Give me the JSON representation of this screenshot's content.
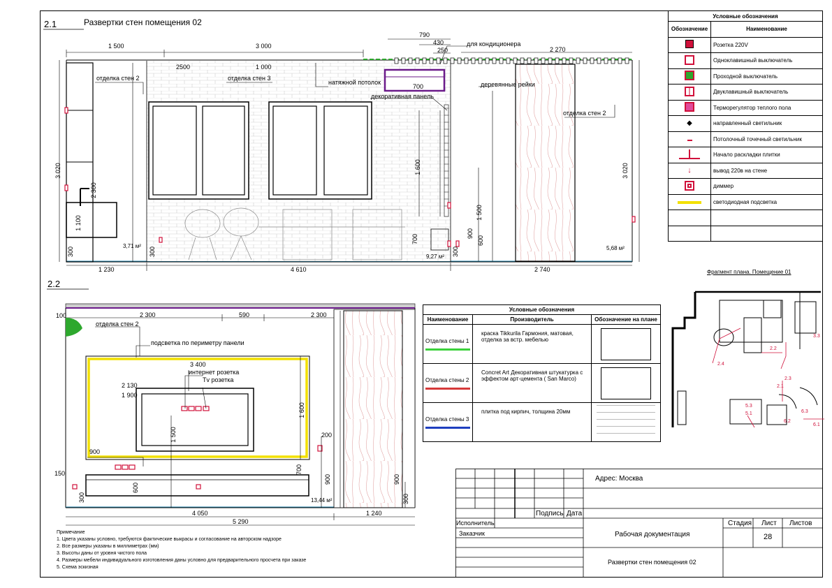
{
  "section1": {
    "num": "2.1",
    "title": "Развертки стен помещения 02",
    "dims_top": [
      "1 500",
      "3 000",
      "790",
      "430",
      "250",
      "2 270"
    ],
    "dims_second": [
      "2500",
      "1 000",
      "700"
    ],
    "dims_bottom": [
      "1 230",
      "4 610",
      "2 740"
    ],
    "dims_vertical": [
      "3 020",
      "2 300",
      "1 100",
      "300",
      "300",
      "1 600",
      "1 500",
      "900",
      "700",
      "600",
      "300",
      "3 020"
    ],
    "labels": {
      "finish2_left": "отделка стен 2",
      "finish3": "отделка стен 3",
      "ceiling": "натяжной потолок",
      "ac": "для кондиционера",
      "deco_panel": "декоративная панель",
      "wood_slats": "деревянные рейки",
      "finish2_right": "отделка стен 2"
    },
    "areas": [
      "3,71 м²",
      "9,27 м²",
      "5,68 м²"
    ]
  },
  "section2": {
    "num": "2.2",
    "dims_top": [
      "100",
      "2 300",
      "590",
      "2 300"
    ],
    "dims_inner": [
      "3 400",
      "2 130",
      "1 900",
      "900"
    ],
    "dims_vertical": [
      "1 500",
      "1 600",
      "200",
      "700",
      "900",
      "900",
      "300",
      "600",
      "300"
    ],
    "dims_side": [
      "150"
    ],
    "dims_bottom": [
      "4 050",
      "1 240",
      "5 290"
    ],
    "labels": {
      "finish2": "отделка стен 2",
      "backlight": "подсветка по периметру панели",
      "internet": "интернет розетка",
      "tv": "Tv розетка"
    },
    "area": "13,44 м²"
  },
  "legend": {
    "title": "Условные обозначения",
    "col_symbol": "Обозначение",
    "col_name": "Наименование",
    "items": [
      {
        "name": "Розетка 220V",
        "icon": "socket-icon"
      },
      {
        "name": "Одноклавишный выключатель",
        "icon": "single-switch-icon"
      },
      {
        "name": "Проходной выключатель",
        "icon": "pass-switch-icon"
      },
      {
        "name": "Двуклавишный выключатель",
        "icon": "double-switch-icon"
      },
      {
        "name": "Терморегулятор теплого пола",
        "icon": "thermostat-icon"
      },
      {
        "name": "направленный светильник",
        "icon": "spotlight-icon"
      },
      {
        "name": "Потолочный точечный светильник",
        "icon": "ceiling-light-icon"
      },
      {
        "name": "Начало раскладки плитки",
        "icon": "tile-start-icon"
      },
      {
        "name": "вывод 220в на стене",
        "icon": "wall-outlet-icon"
      },
      {
        "name": "диммер",
        "icon": "dimmer-icon"
      },
      {
        "name": "светодиодная подсветка",
        "icon": "led-strip-icon"
      }
    ]
  },
  "materials": {
    "title": "Условные обозначения",
    "headers": [
      "Наименование",
      "Производитель",
      "Обозначение на плане"
    ],
    "rows": [
      {
        "name": "Отделка стены 1",
        "maker": "краска Tikkurila Гармония, матовая, отделка за встр. мебелью",
        "color": "#3bd13b"
      },
      {
        "name": "Отделка стены 2",
        "maker": "Concret Art Декоративная штукатурка с эффектом арт-цемента ( San Marco)",
        "color": "#d63a3a"
      },
      {
        "name": "Отделка стены 3",
        "maker": "плитка под кирпич, толщина 20мм",
        "color": "#1f3fbf"
      }
    ]
  },
  "fragment": {
    "title": "Фрагмент плана. Помещение 01",
    "tags": [
      "2.2",
      "3.3",
      "2.4",
      "2.3",
      "2.1",
      "5.3",
      "5.1",
      "6.2",
      "6.3",
      "6.1"
    ]
  },
  "stamp": {
    "address": "Адрес: Москва",
    "signature": "Подпись",
    "date": "Дата",
    "performer": "Исполнитель",
    "customer": "Заказчик",
    "doc_type": "Рабочая документация",
    "sheet_title": "Развертки стен помещения 02",
    "stage": "Стадия",
    "sheet": "Лист",
    "sheets": "Листов",
    "sheet_no": "28"
  },
  "notes": {
    "heading": "Примечание",
    "items": [
      "1. Цвета указаны условно, требуются фактические выкрасы и согласование на авторском надзоре",
      "2. Все размеры указаны в миллиметрах (мм)",
      "3. Высоты даны от уровня чистого пола",
      "4. Размеры мебели индивидуального изготовления даны условно для предварительного просчета при заказе",
      "5. Схема эскизная"
    ]
  },
  "colors": {
    "accent_red": "#d0103a",
    "led": "#f2e000",
    "purple": "#6b1a8a",
    "green": "#2ea82e"
  }
}
